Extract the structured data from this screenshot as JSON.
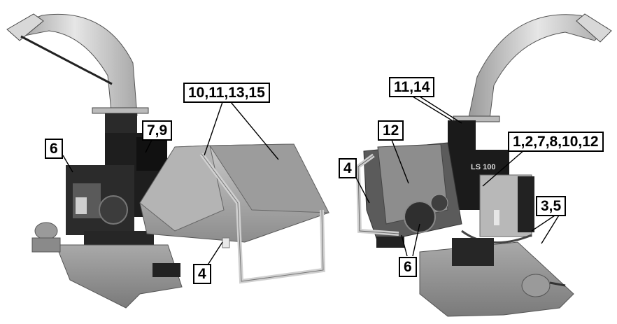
{
  "callouts": {
    "left_machine": {
      "feed_hopper_parts": "10,11,13,15",
      "engine_top": "7,9",
      "engine_side": "6",
      "hopper_bottom": "4"
    },
    "right_machine": {
      "chute_parts": "11,14",
      "control_box": "12",
      "engine_parts": "1,2,7,8,10,12",
      "hopper_frame": "4",
      "belt_parts": "3,5",
      "lower_parts": "6"
    }
  },
  "machine_badge": "LS 100",
  "colors": {
    "ink": "#000000",
    "body_light": "#bdbdbd",
    "body_mid": "#8f8f8f",
    "body_dark": "#1c1c1c",
    "background": "#ffffff"
  }
}
